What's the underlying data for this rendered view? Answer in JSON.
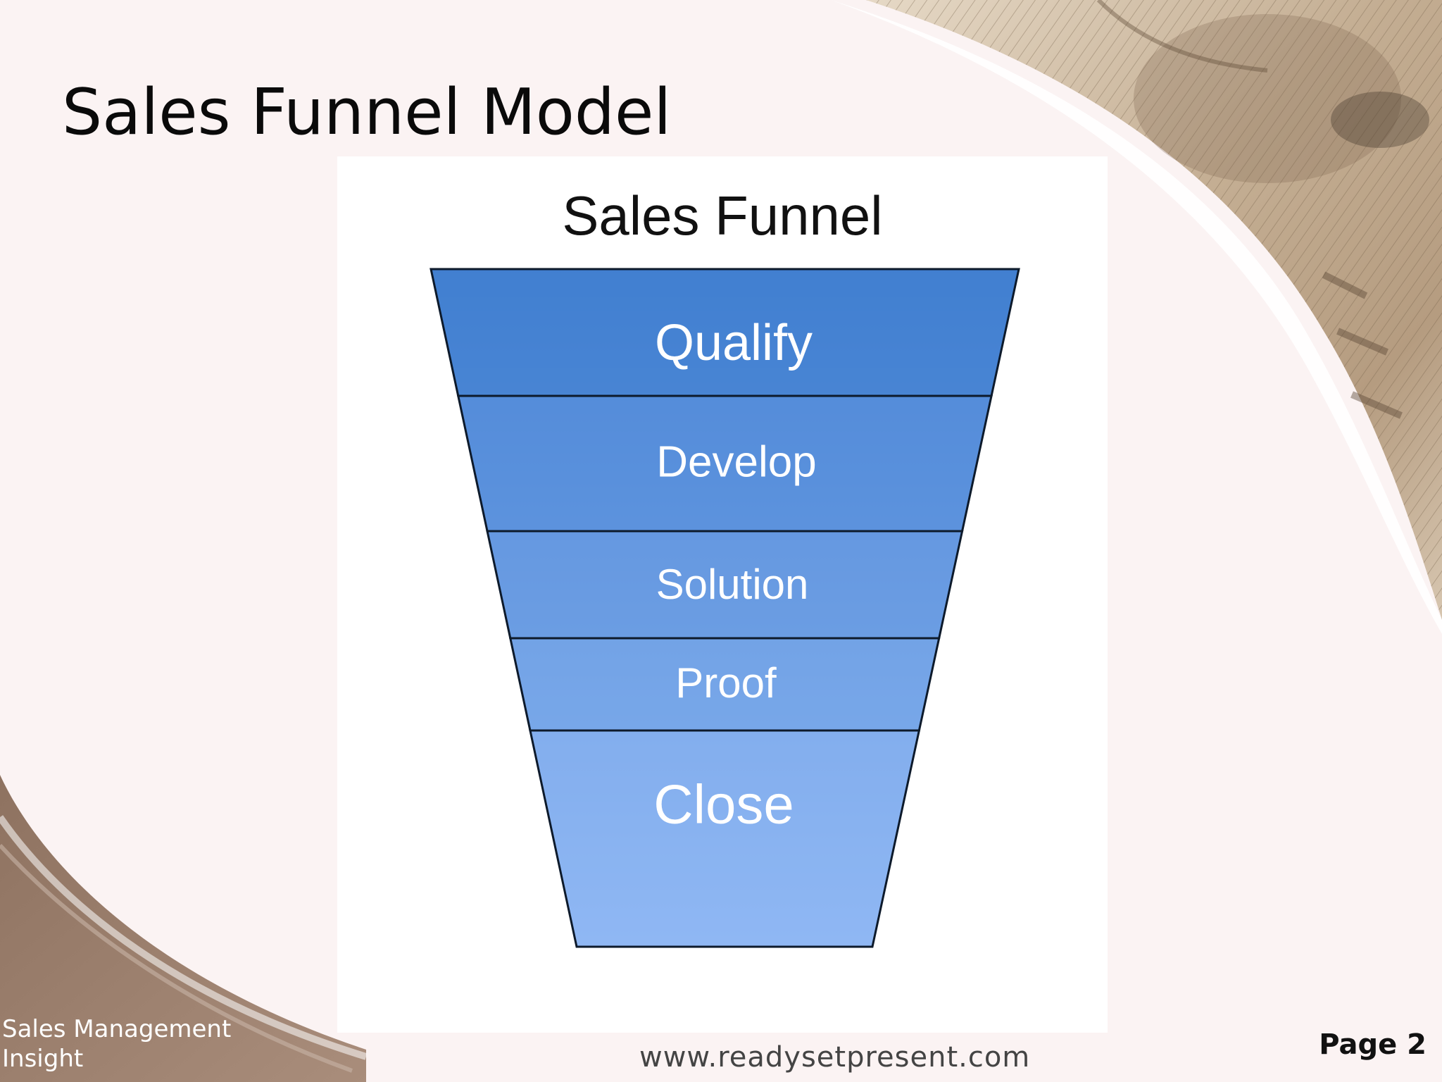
{
  "slide": {
    "title": "Sales Funnel Model",
    "footer_left": "Sales Management Insight",
    "footer_url": "www.readysetpresent.com",
    "page_label": "Page 2"
  },
  "diagram": {
    "title": "Sales Funnel",
    "stages": [
      {
        "label": "Qualify",
        "color": "#4481d1"
      },
      {
        "label": "Develop",
        "color": "#5a90dc"
      },
      {
        "label": "Solution",
        "color": "#6a9be2"
      },
      {
        "label": "Proof",
        "color": "#77a6e8"
      },
      {
        "label": "Close",
        "color": "#8ab3f0"
      }
    ]
  },
  "theme": {
    "background": "#fbf3f3",
    "accent_brown": "#9b7f6e",
    "money_tone": "#c9b49a"
  }
}
